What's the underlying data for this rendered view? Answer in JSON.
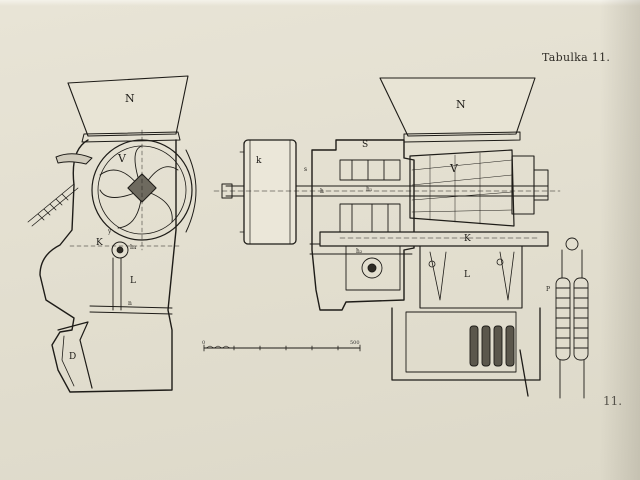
{
  "plate": {
    "title": "Tabulka 11.",
    "page_number": "11."
  },
  "scale_bar": {
    "start": "0",
    "end": "500"
  },
  "side_view_labels": {
    "hopper": "N",
    "rotor": "V",
    "k_label": "K",
    "l_label": "L",
    "d_label": "D",
    "y_label": "y",
    "h4_label": "h₄",
    "n_label": "n"
  },
  "front_view_labels": {
    "hopper": "N",
    "rotor": "V",
    "s_label": "S",
    "k_small": "k",
    "k_large": "K",
    "l_label": "L",
    "h_label": "h",
    "h1_label": "h₁",
    "h2_label": "h₂",
    "p_label": "P",
    "s_small": "s"
  },
  "colors": {
    "ink": "#1e1c18",
    "paper": "#e6e2d3"
  }
}
